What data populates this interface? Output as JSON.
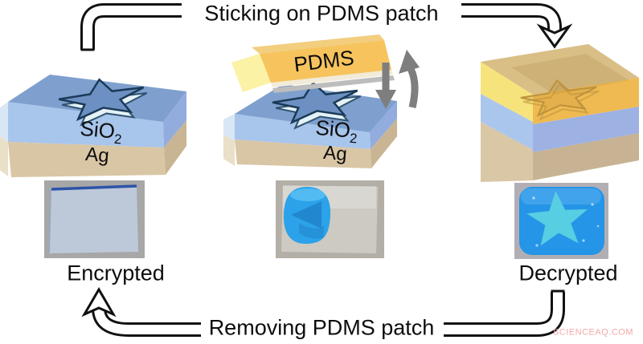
{
  "flow": {
    "top_label": "Sticking on PDMS patch",
    "bottom_label": "Removing PDMS patch"
  },
  "layers": {
    "pdms": "PDMS",
    "sio2_base": "SiO",
    "sio2_sub": "2",
    "ag": "Ag"
  },
  "captions": {
    "encrypted": "Encrypted",
    "decrypted": "Decrypted"
  },
  "watermark": "SCIENCEAQ.COM",
  "icons": {
    "top_arrow": "curved-flow-arrow-down",
    "bottom_arrow": "curved-flow-arrow-up",
    "press_release": "up-down-arrows"
  },
  "colors": {
    "sio2_top_face": "#7fa0ce",
    "sio2_front": "#a8c5ec",
    "ag_front": "#d9c6a5",
    "pdms_orange": "#f6c35d",
    "pdms_pale_yellow": "#fcf2a5",
    "decrypted_overlay": "#d9be86",
    "sample_blue": "#2ba2e9",
    "star_cyan": "#57cee2",
    "arrow_gray": "#7e7e7e",
    "text": "#0d0d0d",
    "watermark_pink": "#f4a9a9"
  }
}
